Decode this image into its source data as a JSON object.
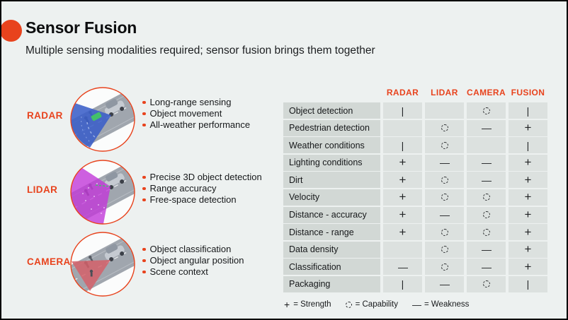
{
  "slide": {
    "title": "Sensor Fusion",
    "subtitle": "Multiple sensing modalities required; sensor fusion brings them together"
  },
  "colors": {
    "accent": "#E8431D",
    "background": "#EDF1F0",
    "row_label_bg": "#D2D8D5",
    "symbol_cell_bg": "#DCE1DF",
    "radar_cone": "#3A5FC8",
    "lidar_cone": "#C238D8",
    "camera_cone": "#D4606A"
  },
  "sensors": [
    {
      "name": "RADAR",
      "bullets": [
        "Long-range sensing",
        "Object movement",
        "All-weather performance"
      ]
    },
    {
      "name": "LIDAR",
      "bullets": [
        "Precise 3D object detection",
        "Range accuracy",
        "Free-space detection"
      ]
    },
    {
      "name": "CAMERA",
      "bullets": [
        "Object classification",
        "Object angular position",
        "Scene context"
      ]
    }
  ],
  "table": {
    "columns": [
      "RADAR",
      "LIDAR",
      "CAMERA",
      "FUSION"
    ],
    "rows": [
      {
        "label": "Object detection",
        "values": [
          "bar",
          "",
          "circle",
          "bar"
        ]
      },
      {
        "label": "Pedestrian detection",
        "values": [
          "",
          "circle",
          "dash",
          "plus"
        ]
      },
      {
        "label": "Weather conditions",
        "values": [
          "bar",
          "circle",
          "",
          "bar"
        ]
      },
      {
        "label": "Lighting conditions",
        "values": [
          "plus",
          "dash",
          "dash",
          "plus"
        ]
      },
      {
        "label": "Dirt",
        "values": [
          "plus",
          "circle",
          "dash",
          "plus"
        ]
      },
      {
        "label": "Velocity",
        "values": [
          "plus",
          "circle",
          "circle",
          "plus"
        ]
      },
      {
        "label": "Distance - accuracy",
        "values": [
          "plus",
          "dash",
          "circle",
          "plus"
        ]
      },
      {
        "label": "Distance - range",
        "values": [
          "plus",
          "circle",
          "circle",
          "plus"
        ]
      },
      {
        "label": "Data density",
        "values": [
          "",
          "circle",
          "dash",
          "plus"
        ]
      },
      {
        "label": "Classification",
        "values": [
          "dash",
          "circle",
          "dash",
          "plus"
        ]
      },
      {
        "label": "Packaging",
        "values": [
          "bar",
          "dash",
          "circle",
          "bar"
        ]
      }
    ],
    "legend": [
      {
        "symbol": "plus",
        "label": "= Strength"
      },
      {
        "symbol": "circle",
        "label": "= Capability"
      },
      {
        "symbol": "dash",
        "label": "= Weakness"
      }
    ]
  }
}
